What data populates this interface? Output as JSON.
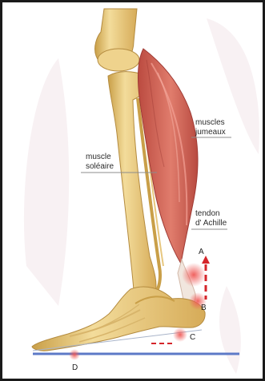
{
  "labels": {
    "gastrocnemius_line1": "muscles",
    "gastrocnemius_line2": "jumeaux",
    "soleus_line1": "muscle",
    "soleus_line2": "soléaire",
    "achilles_line1": "tendon",
    "achilles_line2": "d' Achille"
  },
  "points": {
    "a": "A",
    "b": "B",
    "c": "C",
    "d": "D"
  },
  "colors": {
    "bone": "#ead38f",
    "bone_shadow": "#c99f48",
    "muscle": "#d86a59",
    "muscle_dark": "#b8473f",
    "tendon": "#f2e7df",
    "marker_red": "#d5252a",
    "ground_blue": "#5d79c7",
    "background_ghost": "#f2e5ea",
    "frame": "#1a1a1a"
  }
}
